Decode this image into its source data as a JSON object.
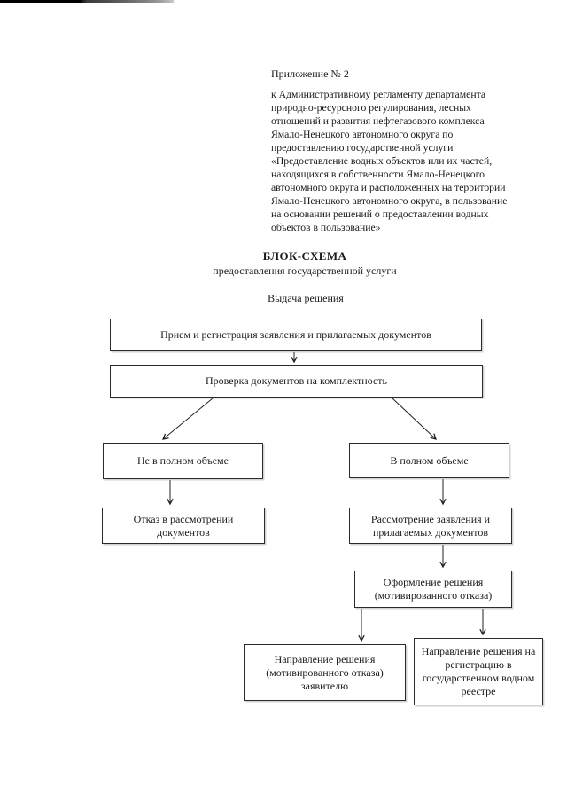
{
  "header": {
    "appendix_title": "Приложение № 2",
    "reference_lines": [
      "к Административному регламенту департамента",
      "природно-ресурсного регулирования, лесных",
      "отношений и развития нефтегазового комплекса",
      "Ямало-Ненецкого автономного округа по",
      "предоставлению государственной услуги",
      "«Предоставление водных  объектов или их частей,",
      "находящихся в  собственности Ямало-Ненецкого",
      "автономного  округа и расположенных на территории",
      "Ямало-Ненецкого автономного округа,  в пользование",
      "на основании решений  о предоставлении водных",
      "объектов в пользование»"
    ],
    "scheme_title": "БЛОК-СХЕМА",
    "scheme_subtitle": "предоставления государственной услуги",
    "section_label": "Выдача решения"
  },
  "flowchart": {
    "boxes": [
      {
        "id": "receive",
        "label": "Прием и регистрация заявления и прилагаемых документов"
      },
      {
        "id": "check",
        "label": "Проверка документов на комплектность"
      },
      {
        "id": "incomplete",
        "label": "Не в полном объеме"
      },
      {
        "id": "complete",
        "label": "В полном объеме"
      },
      {
        "id": "refuse",
        "label": "Отказ в рассмотрении документов"
      },
      {
        "id": "review",
        "label": "Рассмотрение заявления и прилагаемых документов"
      },
      {
        "id": "issue",
        "label": "Оформление решения (мотивированного отказа)"
      },
      {
        "id": "send_applicant",
        "label": "Направление решения (мотивированного отказа) заявителю"
      },
      {
        "id": "send_registry",
        "label": "Направление решения на регистрацию в государственном водном реестре"
      }
    ],
    "colors": {
      "border": "#2b2b2b",
      "text": "#1a1a1a",
      "background": "#ffffff"
    }
  }
}
